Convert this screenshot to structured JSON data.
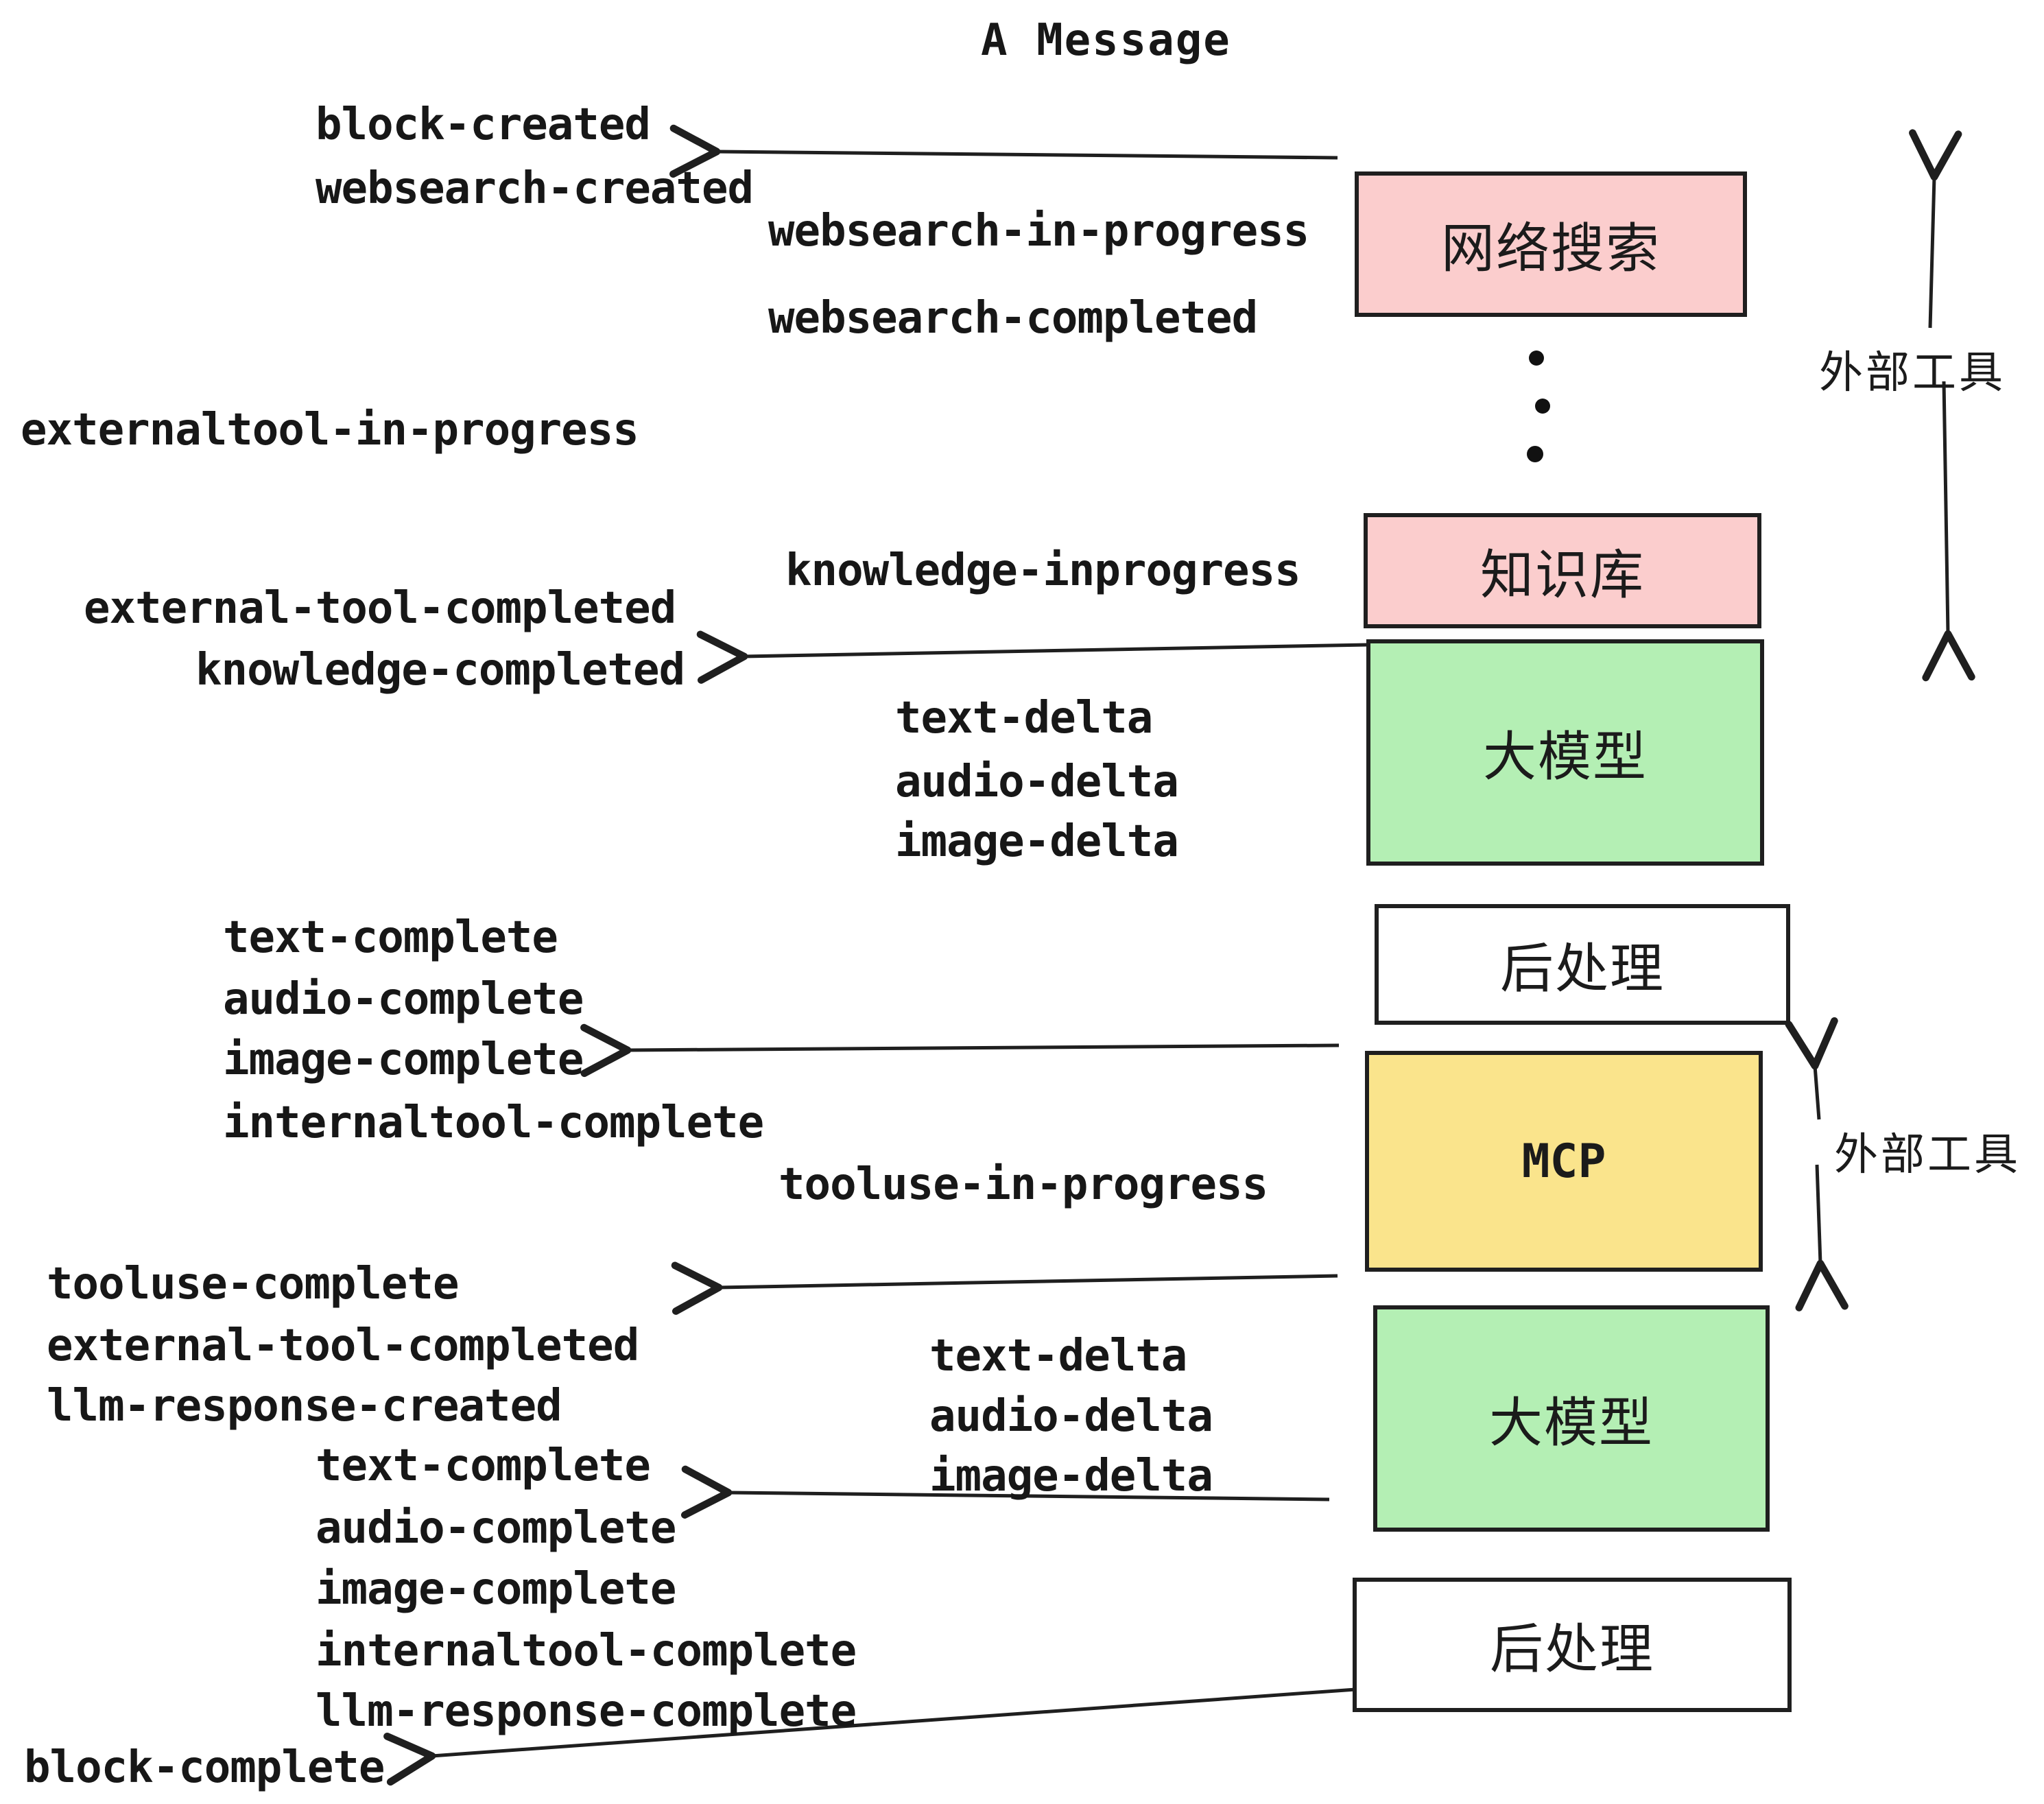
{
  "title": "A Message",
  "colors": {
    "external_tool_box": "#fbcdcd",
    "llm_box": "#b4efb4",
    "mcp_box": "#fae48c",
    "post_process_box": "#ffffff",
    "line": "#1f1f1f",
    "text": "#171717"
  },
  "boxes": [
    {
      "label": "网络搜索"
    },
    {
      "label": "知识库"
    },
    {
      "label": "大模型"
    },
    {
      "label": "后处理"
    },
    {
      "label": "MCP"
    },
    {
      "label": "大模型"
    },
    {
      "label": "后处理"
    }
  ],
  "side_labels": {
    "top": "外部工具",
    "bottom": "外部工具"
  },
  "events": {
    "block_created": "block-created",
    "websearch_created": "websearch-created",
    "websearch_in_progress": "websearch-in-progress",
    "websearch_completed": "websearch-completed",
    "externaltool_in_progress": "externaltool-in-progress",
    "knowledge_inprogress": "knowledge-inprogress",
    "external_tool_completed": "external-tool-completed",
    "knowledge_completed": "knowledge-completed",
    "text_delta": "text-delta",
    "audio_delta": "audio-delta",
    "image_delta": "image-delta",
    "text_complete": "text-complete",
    "audio_complete": "audio-complete",
    "image_complete": "image-complete",
    "internaltool_complete": "internaltool-complete",
    "tooluse_in_progress": "tooluse-in-progress",
    "tooluse_complete": "tooluse-complete",
    "external_tool_completed_2": "external-tool-completed",
    "llm_response_created": "llm-response-created",
    "text_complete_2": "text-complete",
    "audio_complete_2": "audio-complete",
    "text_delta_2": "text-delta",
    "audio_delta_2": "audio-delta",
    "image_delta_2": "image-delta",
    "image_complete_2": "image-complete",
    "internaltool_complete_2": "internaltool-complete",
    "llm_response_complete": "llm-response-complete",
    "block_complete": "block-complete"
  }
}
